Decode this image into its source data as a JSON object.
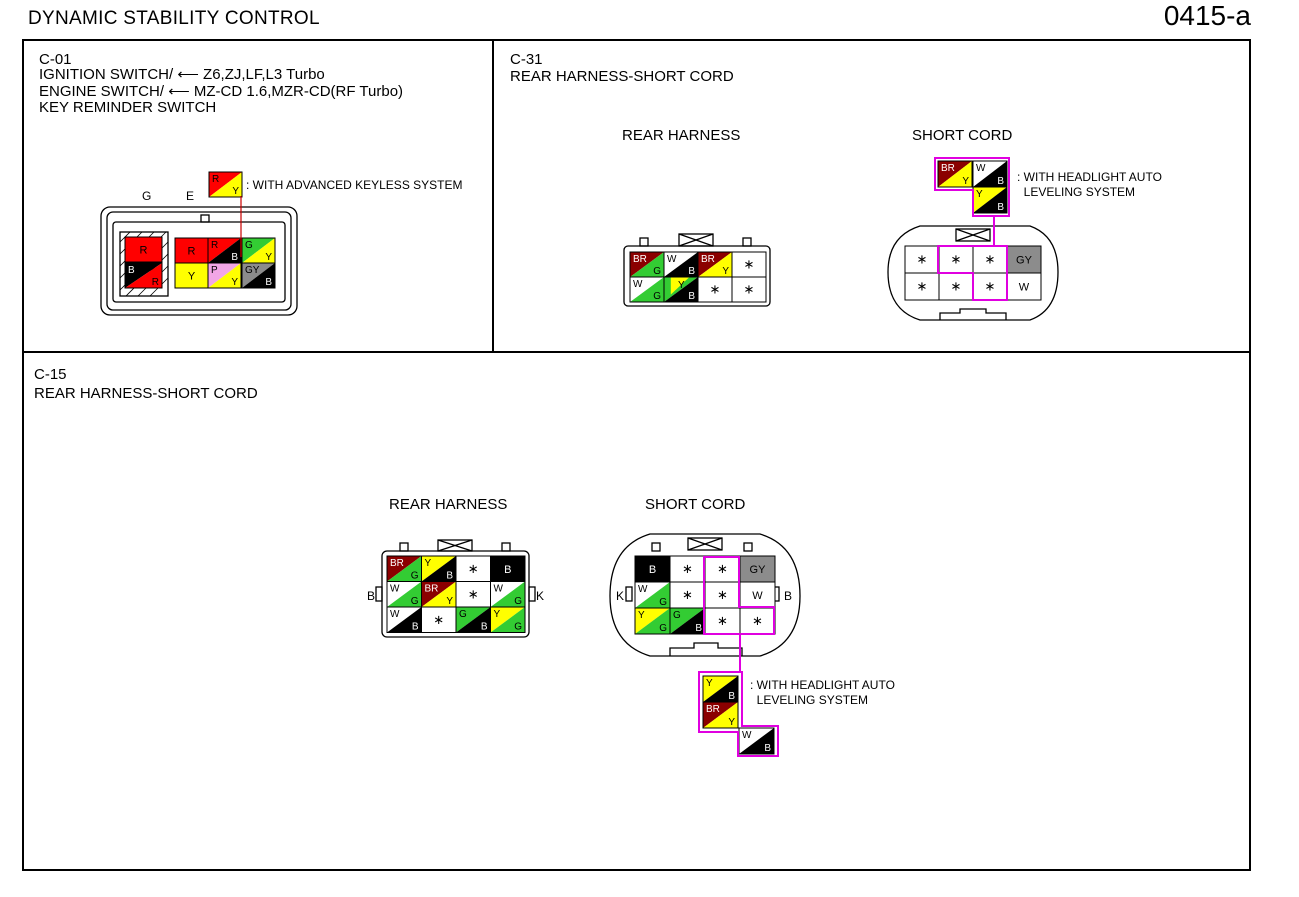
{
  "header": {
    "title": "DYNAMIC STABILITY CONTROL",
    "page_id": "0415-a"
  },
  "panels": {
    "c01": {
      "code": "C-01",
      "line1": "IGNITION SWITCH/",
      "line1_models": "Z6,ZJ,LF,L3 Turbo",
      "line2": "ENGINE SWITCH/",
      "line2_models": "MZ-CD 1.6,MZR-CD(RF Turbo)",
      "line3": "KEY REMINDER SWITCH",
      "label_g": "G",
      "label_e": "E",
      "note": ": WITH ADVANCED KEYLESS SYSTEM"
    },
    "c31": {
      "code": "C-31",
      "name": "REAR HARNESS-SHORT CORD",
      "left_title": "REAR HARNESS",
      "right_title": "SHORT CORD",
      "note": ": WITH HEADLIGHT AUTO\n  LEVELING SYSTEM"
    },
    "c15": {
      "code": "C-15",
      "name": "REAR HARNESS-SHORT CORD",
      "left_title": "REAR HARNESS",
      "right_title": "SHORT CORD",
      "side_b": "B",
      "side_k": "K",
      "note": ": WITH HEADLIGHT AUTO\n  LEVELING SYSTEM"
    }
  },
  "colors": {
    "R": "#ff0000",
    "B": "#000000",
    "Y": "#ffff00",
    "G": "#33cc33",
    "W": "#ffffff",
    "BR": "#8b0000",
    "P": "#f2a6e6",
    "GY": "#8c8c8c",
    "highlight": "#e000e0"
  },
  "connectors": {
    "c01_pins": [
      {
        "top": "R",
        "bottom": "R",
        "label": "R"
      },
      {
        "top": "B",
        "bottom": "R",
        "label": "B/R"
      },
      {
        "top": "R",
        "bottom": "R",
        "label": "R"
      },
      {
        "top": "Y",
        "bottom": "Y",
        "label": "Y"
      },
      {
        "top": "R",
        "bottom": "B",
        "label": "R/B"
      },
      {
        "top": "P",
        "bottom": "Y",
        "label": "P/Y"
      },
      {
        "top": "G",
        "bottom": "Y",
        "label": "G/Y"
      },
      {
        "top": "GY",
        "bottom": "B",
        "label": "GY/B"
      },
      {
        "top": "R",
        "bottom": "Y",
        "label": "R/Y"
      }
    ],
    "c31_rear": [
      {
        "top": "BR",
        "bottom": "G"
      },
      {
        "top": "W",
        "bottom": "B"
      },
      {
        "top": "BR",
        "bottom": "Y"
      },
      {
        "top": "*",
        "bottom": "*"
      },
      {
        "top": "W",
        "bottom": "G"
      },
      {
        "top": "G",
        "bottom": "B",
        "alt": "Y"
      },
      {
        "top": "*",
        "bottom": "*"
      },
      {
        "top": "*",
        "bottom": "*"
      }
    ],
    "c31_short": [
      "*",
      "*",
      "*",
      "GY",
      "*",
      "*",
      "*",
      "W"
    ],
    "c31_opt": [
      {
        "top": "BR",
        "bottom": "Y"
      },
      {
        "top": "W",
        "bottom": "B"
      },
      {
        "top": "Y",
        "bottom": "B"
      }
    ],
    "c15_rear": [
      {
        "top": "BR",
        "bottom": "G"
      },
      {
        "top": "Y",
        "bottom": "B"
      },
      {
        "top": "*",
        "bottom": "*"
      },
      {
        "top": "B",
        "bottom": "B"
      },
      {
        "top": "W",
        "bottom": "G"
      },
      {
        "top": "BR",
        "bottom": "Y"
      },
      {
        "top": "*",
        "bottom": "*"
      },
      {
        "top": "W",
        "bottom": "G"
      },
      {
        "top": "W",
        "bottom": "B"
      },
      {
        "top": "*",
        "bottom": "*"
      },
      {
        "top": "G",
        "bottom": "B"
      },
      {
        "top": "Y",
        "bottom": "G"
      }
    ],
    "c15_short": [
      "B",
      "*",
      "*",
      "GY",
      "W/G",
      "*",
      "*",
      "W",
      "Y/G",
      "G/B",
      "*",
      "*"
    ],
    "c15_opt": [
      {
        "top": "Y",
        "bottom": "B"
      },
      {
        "top": "BR",
        "bottom": "Y"
      },
      {
        "top": "W",
        "bottom": "B"
      }
    ]
  }
}
